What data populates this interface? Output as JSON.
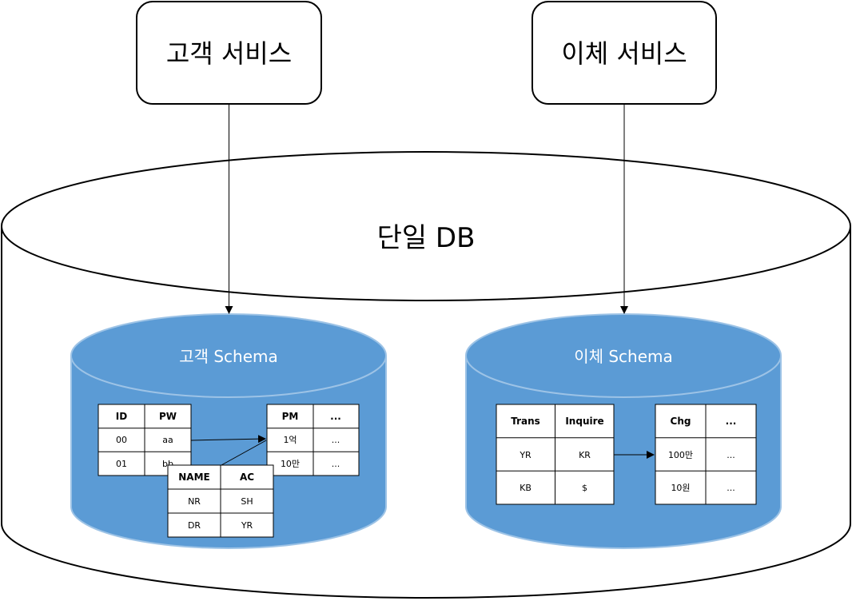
{
  "services": {
    "customer": "고객 서비스",
    "transfer": "이체 서비스"
  },
  "database": {
    "title": "단일 DB"
  },
  "schemas": {
    "customer": {
      "title": "고객 Schema",
      "table_login": {
        "headers": [
          "ID",
          "PW"
        ],
        "rows": [
          [
            "00",
            "aa"
          ],
          [
            "01",
            "bb"
          ]
        ]
      },
      "table_account": {
        "headers": [
          "NAME",
          "AC"
        ],
        "rows": [
          [
            "NR",
            "SH"
          ],
          [
            "DR",
            "YR"
          ]
        ]
      },
      "table_balance": {
        "headers": [
          "PM",
          "..."
        ],
        "rows": [
          [
            "1억",
            "..."
          ],
          [
            "10만",
            "..."
          ]
        ]
      }
    },
    "transfer": {
      "title": "이체 Schema",
      "table_trans": {
        "headers": [
          "Trans",
          "Inquire"
        ],
        "rows": [
          [
            "YR",
            "KR"
          ],
          [
            "KB",
            "$"
          ]
        ]
      },
      "table_change": {
        "headers": [
          "Chg",
          "..."
        ],
        "rows": [
          [
            "100만",
            "..."
          ],
          [
            "10원",
            "..."
          ]
        ]
      }
    }
  },
  "colors": {
    "schema_fill": "#5b9bd5",
    "schema_stroke": "#9dc3e6",
    "line": "#000000"
  }
}
